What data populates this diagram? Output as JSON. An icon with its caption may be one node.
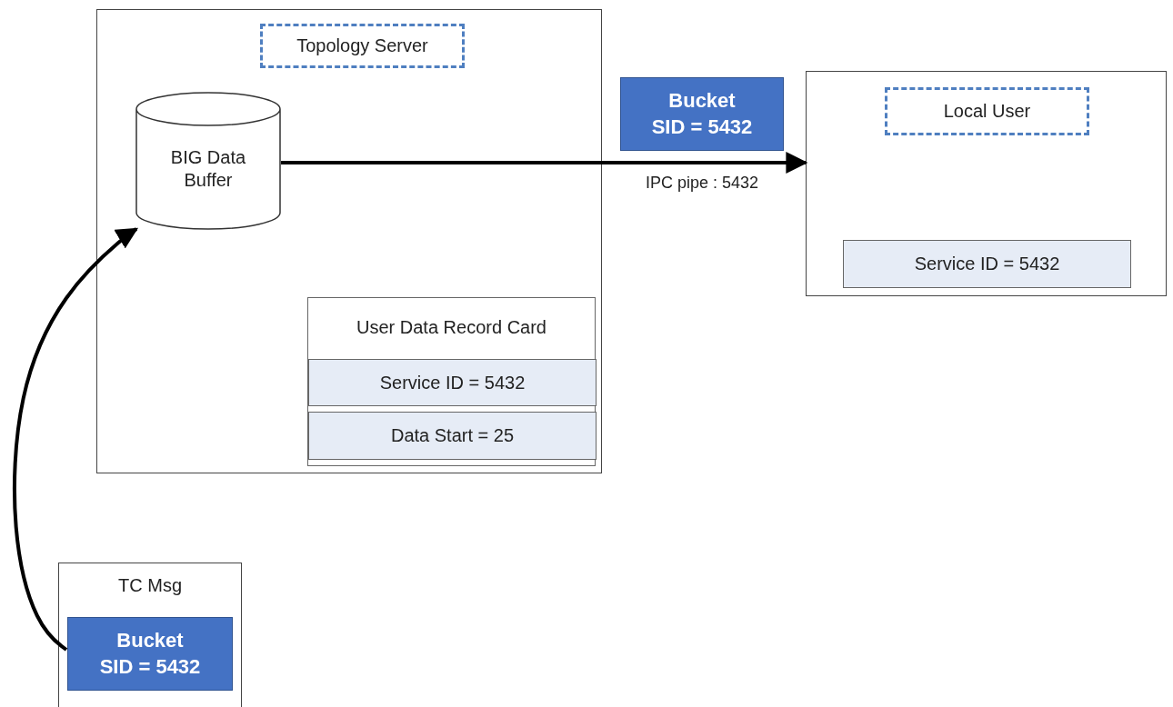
{
  "diagram": {
    "nodes": [
      {
        "text": [],
        "shape": "box"
      },
      {
        "text": [
          "Topology Server"
        ],
        "in": 0
      },
      {
        "text": [
          "BIG Data Buffer"
        ],
        "in": 0
      },
      {
        "text": [
          "User Data Record Card"
        ],
        "in": 0
      },
      {
        "text": [
          "Service ID = 5432"
        ],
        "in": 3
      },
      {
        "text": [
          "Data Start = 25"
        ],
        "in": 3
      },
      {
        "text": [
          "Bucket SID = 5432"
        ]
      },
      {
        "text": [],
        "shape": "box"
      },
      {
        "text": [
          "Local User"
        ],
        "in": 7
      },
      {
        "text": [
          "Service ID = 5432"
        ],
        "in": 7
      },
      {
        "text": [
          "TC Msg"
        ]
      },
      {
        "text": [
          "Bucket SID = 5432"
        ],
        "in": 10
      }
    ],
    "edges": [
      {
        "from": 2,
        "to": 7,
        "arrow": "to",
        "label": "IPC pipe : 5432"
      },
      {
        "from": 11,
        "to": 2,
        "arrow": "to"
      }
    ]
  }
}
